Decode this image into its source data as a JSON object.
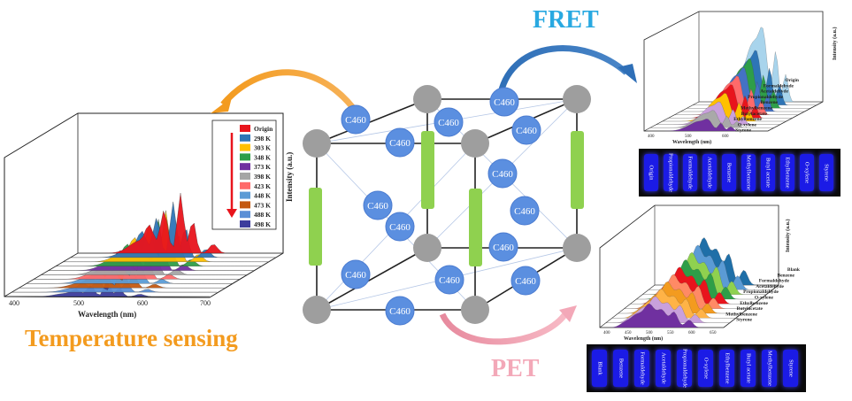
{
  "titles": {
    "temperature": "Temperature sensing",
    "fret": "FRET",
    "pet": "PET"
  },
  "node_label": "C460",
  "colors": {
    "temperature": "#f39b1f",
    "fret": "#29a9e1",
    "pet": "#f3a8b8",
    "node": "#9e9e9e",
    "c460": "#5b8fe0",
    "linker": "#8fd14f",
    "vial": "#1b1be6"
  },
  "temp_chart": {
    "xlabel": "Wavelength (nm)",
    "ylabel": "Intensity (a.u.)",
    "xticks": [
      "400",
      "500",
      "600",
      "700"
    ],
    "legend": [
      "Origin",
      "298 K",
      "303 K",
      "348 K",
      "373 K",
      "398 K",
      "423 K",
      "448 K",
      "473 K",
      "488 K",
      "498 K"
    ],
    "legend_colors": [
      "#e8141c",
      "#2e75b6",
      "#ffc000",
      "#2e9e48",
      "#7030a0",
      "#a5a5a5",
      "#ff6a6a",
      "#5b9bd5",
      "#c55a11",
      "#5b8fd6",
      "#3c3c9c"
    ]
  },
  "fret_chart": {
    "xlabel": "Wavelength (nm)",
    "ylabel": "Intensity (a.u.)",
    "xticks": [
      "400",
      "500",
      "600"
    ],
    "legend": [
      "Origin",
      "Formaldehyde",
      "Acetaldehyde",
      "Propionaldehyde",
      "Benzene",
      "Methylbenzene",
      "Butylacetate",
      "Ethylbenzene",
      "O-xylene",
      "Styrene"
    ],
    "series_colors": [
      "#a8d4ec",
      "#2e75b6",
      "#2e9e48",
      "#4472c4",
      "#ff6a6a",
      "#e8141c",
      "#ffc000",
      "#c9a0dc",
      "#a9a9a9",
      "#7030a0"
    ]
  },
  "pet_chart": {
    "xlabel": "Wavelength (nm)",
    "ylabel": "Intensity (a.u.)",
    "xticks": [
      "400",
      "450",
      "500",
      "550",
      "600",
      "650"
    ],
    "legend": [
      "Blank",
      "Benzene",
      "Formaldehyde",
      "Acetaldehyde",
      "Propionaldehyde",
      "O-xylene",
      "Ethylbenzene",
      "Butylacetate",
      "Methylbenzene",
      "Styrene"
    ],
    "series_colors": [
      "#1f6fa8",
      "#5b9bd5",
      "#8fd14f",
      "#2e9e48",
      "#e8141c",
      "#ff8a65",
      "#f39b1f",
      "#ffb347",
      "#c9a0dc",
      "#7030a0"
    ]
  },
  "fret_vials": [
    "Origin",
    "Propionaldehyde",
    "Formaldehyde",
    "Acetaldehyde",
    "Benzene",
    "Methylbenzene",
    "Butyl acetate",
    "Ethylbenzene",
    "O-xylene",
    "Styrene"
  ],
  "pet_vials": [
    "Blank",
    "Benzene",
    "Formaldehyde",
    "Acetaldehyde",
    "Propionaldehyde",
    "O-xylene",
    "Ethylbenzene",
    "Butyl acetate",
    "Methylbenzene",
    "Styrene"
  ]
}
